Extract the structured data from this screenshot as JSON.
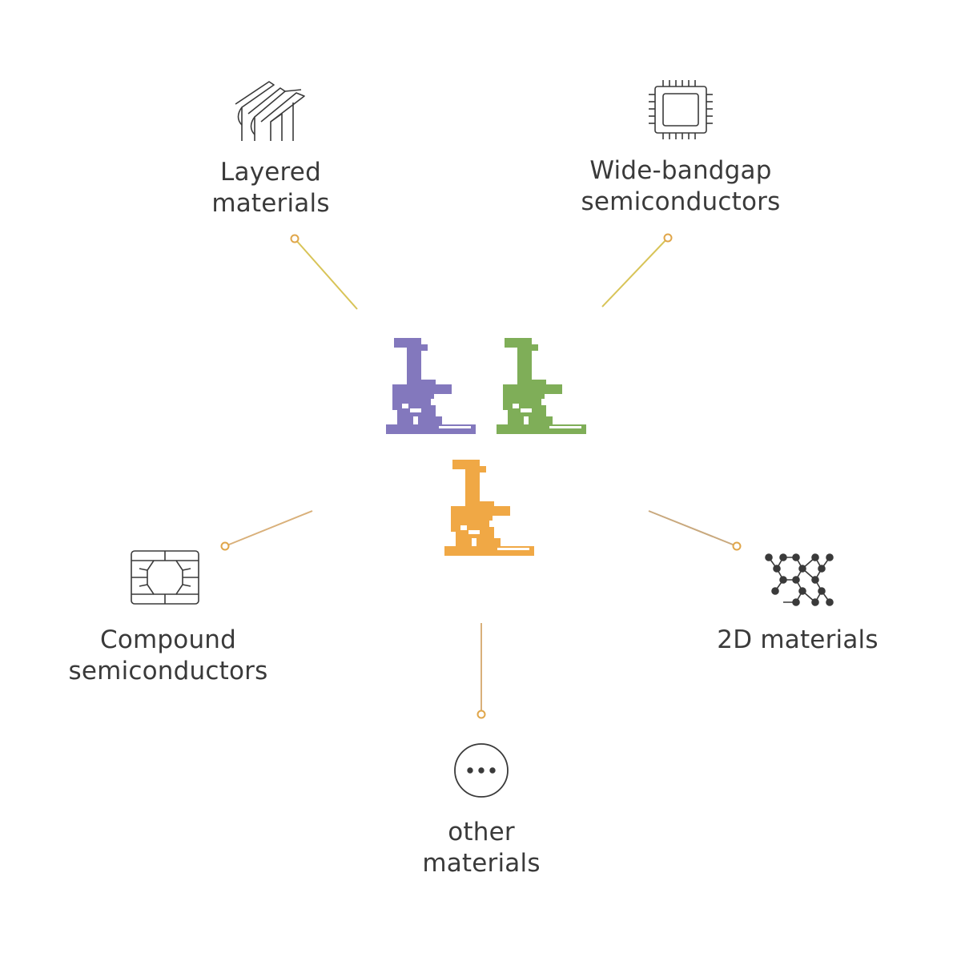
{
  "colors": {
    "connector_layered": "#d8c458",
    "connector_widegap": "#d8c458",
    "connector_compound": "#d9b07a",
    "connector_2d": "#c9a97e",
    "connector_other": "#d9b07a",
    "node": "#e0a64a",
    "icon_stroke": "#3a3a3a",
    "machine_purple": "#8378bd",
    "machine_green": "#7fae58",
    "machine_orange": "#f0a845"
  },
  "center": {
    "machines": [
      {
        "name": "purple-machine",
        "color": "#8378bd"
      },
      {
        "name": "green-machine",
        "color": "#7fae58"
      },
      {
        "name": "orange-machine",
        "color": "#f0a845"
      }
    ]
  },
  "categories": {
    "layered": {
      "line1": "Layered",
      "line2": "materials",
      "icon": "layered-sheets-icon"
    },
    "wide_bandgap": {
      "line1": "Wide-bandgap",
      "line2": "semiconductors",
      "icon": "chip-icon"
    },
    "compound": {
      "line1": "Compound",
      "line2": "semiconductors",
      "icon": "sim-chip-icon"
    },
    "two_d": {
      "line1": "2D materials",
      "icon": "hexagon-lattice-icon"
    },
    "other": {
      "line1": "other",
      "line2": "materials",
      "icon": "ellipsis-circle-icon"
    }
  }
}
